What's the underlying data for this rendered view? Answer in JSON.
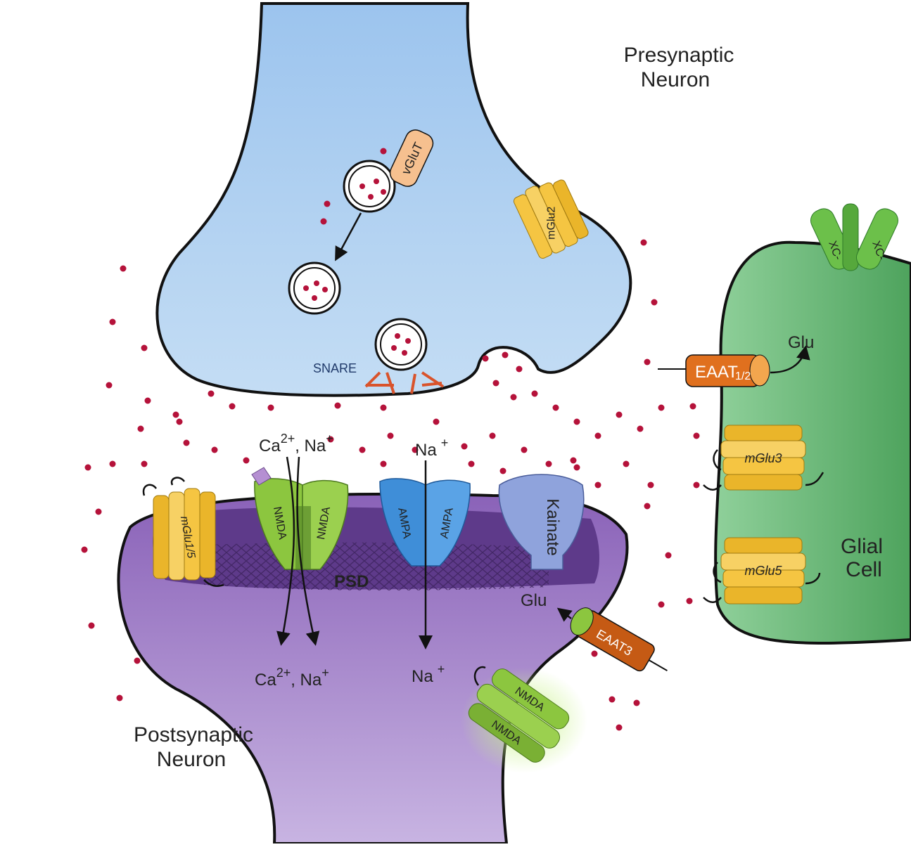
{
  "labels": {
    "presynaptic_line1": "Presynaptic",
    "presynaptic_line2": "Neuron",
    "postsynaptic_line1": "Postsynaptic",
    "postsynaptic_line2": "Neuron",
    "glial_line1": "Glial",
    "glial_line2": "Cell",
    "vglut": "vGluT",
    "mglu2": "mGlu2",
    "snare": "SNARE",
    "eaat12": "EAAT",
    "eaat12_sub": "1/2",
    "glu_glial": "Glu",
    "mglu3": "mGlu3",
    "mglu5": "mGlu5",
    "xc_left": "XC-",
    "xc_right": "XC-",
    "mglu15": "mGlu1/5",
    "nmda": "NMDA",
    "ampa": "AMPA",
    "kainate": "Kainate",
    "psd": "PSD",
    "glu_post": "Glu",
    "eaat3": "EAAT3",
    "ca_na_top_ca": "Ca",
    "ca_na_top_sup": "2+",
    "ca_na_top_na": ", Na",
    "ca_na_top_nasup": "+",
    "na_top": "Na",
    "na_top_sup": "+",
    "ca_na_bottom_ca": "Ca",
    "ca_na_bottom_sup": "2+",
    "ca_na_bottom_na": ", Na",
    "ca_na_bottom_nasup": "+",
    "na_bottom": "Na",
    "na_bottom_sup": "+"
  },
  "colors": {
    "presynaptic_fill": "#b8d6f2",
    "postsynaptic_fill": "#9a74c4",
    "psd_fill": "#5e3a8a",
    "glial_fill": "#5fb36e",
    "glutamate_dot": "#b5123a",
    "mglu_yellow": "#f5c542",
    "nmda_green": "#8cc63f",
    "ampa_blue": "#3f8ed8",
    "kainate_blue": "#8fa3dc",
    "eaat_orange": "#e0701e",
    "vglut_peach": "#f6c08f"
  }
}
